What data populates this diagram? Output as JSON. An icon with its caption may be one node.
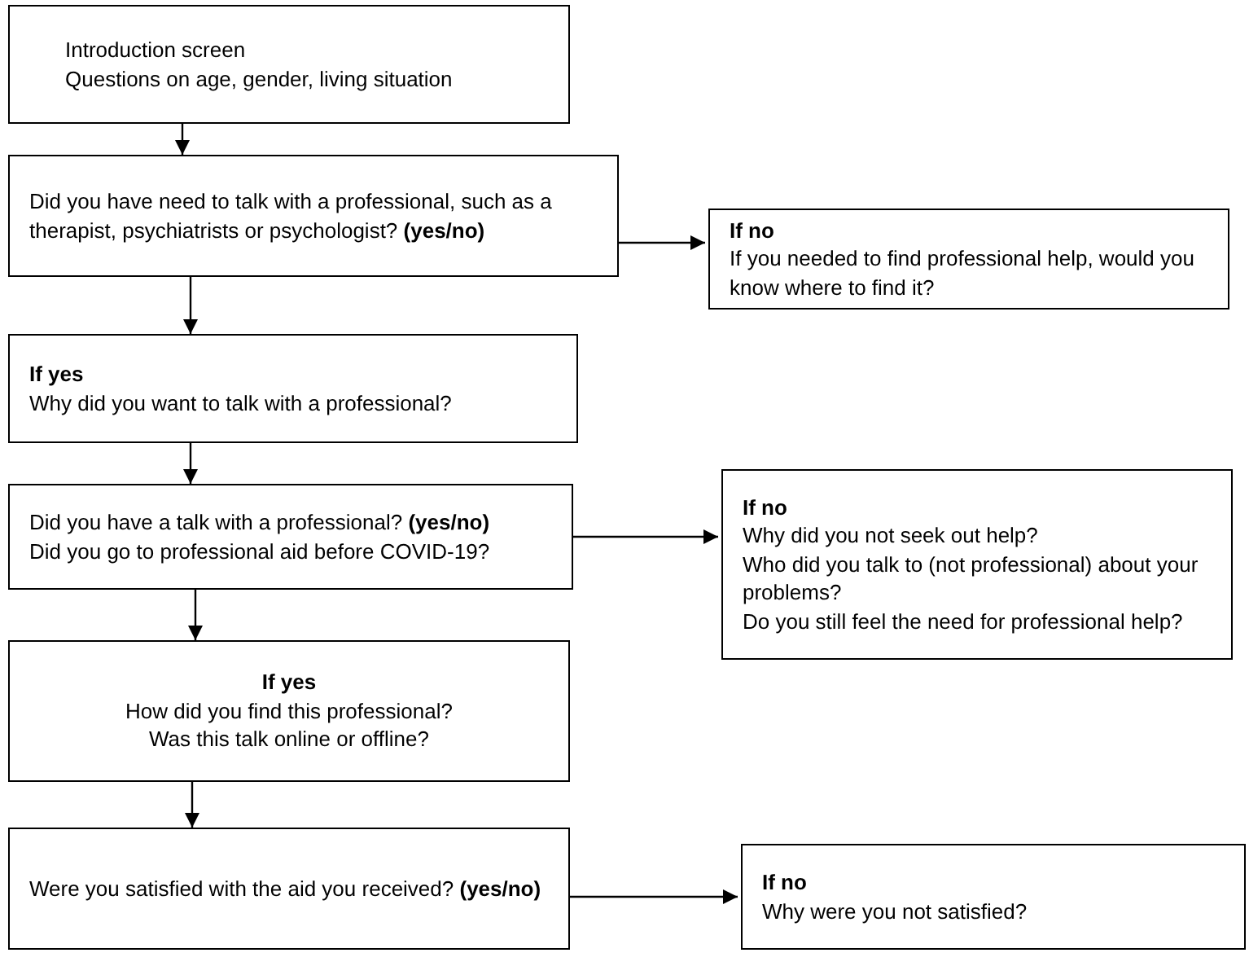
{
  "diagram": {
    "nodes": [
      {
        "text": [
          "Introduction screen",
          "Questions on age, gender, living situation"
        ]
      },
      {
        "text": [
          "Did you have need to talk with a professional, such as a therapist, psychiatrists or psychologist? **(yes/no)**"
        ]
      },
      {
        "text": [
          "If no",
          "If you needed to find professional help, would you know where to find it?"
        ]
      },
      {
        "text": [
          "If yes",
          "Why did you want to talk with a professional?"
        ]
      },
      {
        "text": [
          "Did you have a talk with a professional? **(yes/no)**",
          "Did you go to professional aid before COVID-19?"
        ]
      },
      {
        "text": [
          "If no",
          "Why did you not seek out help?",
          "Who did you talk to (not professional) about your problems?",
          "Do you still feel the need for professional help?"
        ]
      },
      {
        "text": [
          "If yes",
          "How did you find this professional?",
          "Was this talk online or offline?"
        ]
      },
      {
        "text": [
          "Were you satisfied with the aid you received? **(yes/no)**"
        ]
      },
      {
        "text": [
          "If no",
          "Why were you not satisfied?"
        ]
      }
    ],
    "edges": [
      {
        "from": 0,
        "to": 1,
        "arrow": "to"
      },
      {
        "from": 1,
        "to": 2,
        "arrow": "to"
      },
      {
        "from": 1,
        "to": 3,
        "arrow": "to"
      },
      {
        "from": 3,
        "to": 4,
        "arrow": "to"
      },
      {
        "from": 4,
        "to": 5,
        "arrow": "to"
      },
      {
        "from": 4,
        "to": 6,
        "arrow": "to"
      },
      {
        "from": 6,
        "to": 7,
        "arrow": "to"
      },
      {
        "from": 7,
        "to": 8,
        "arrow": "to"
      }
    ]
  }
}
